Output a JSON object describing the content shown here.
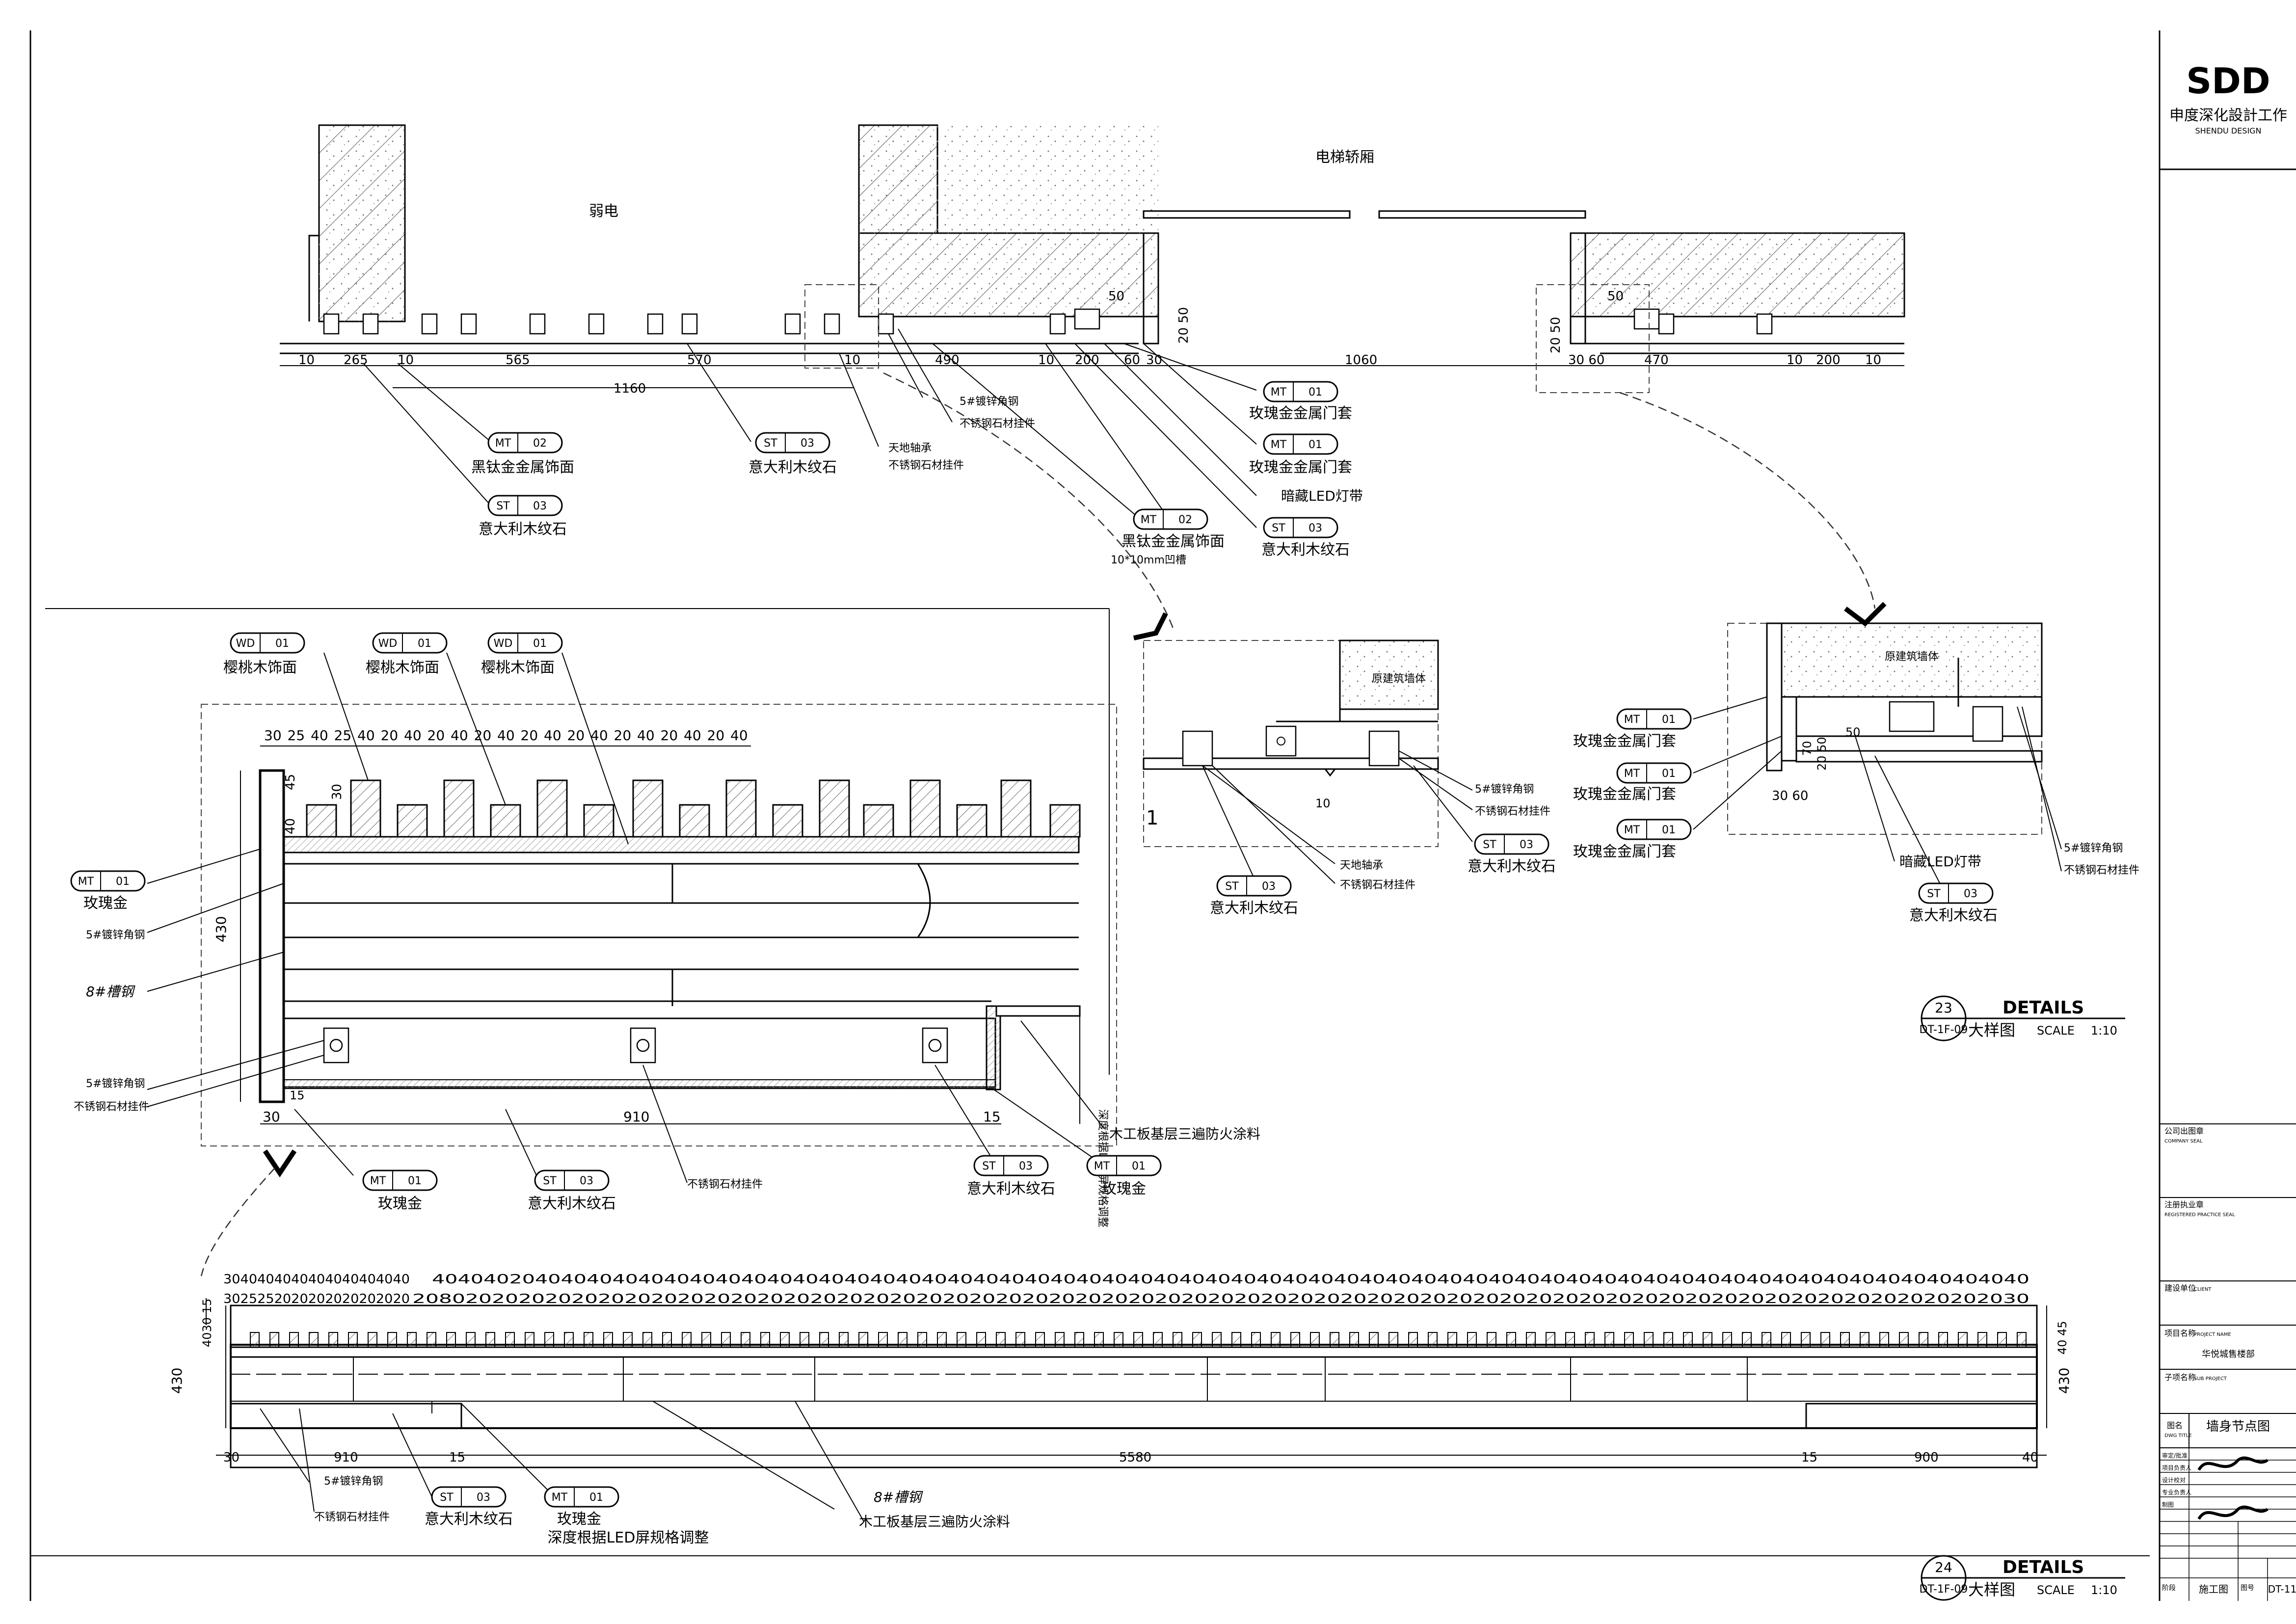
{
  "title_block": {
    "logo": "SDD",
    "company_cn": "申度深化設計工作",
    "company_en": "SHENDU DESIGN",
    "company_seal": "公司出图章",
    "company_seal_en": "COMPANY SEAL",
    "registered_seal": "注册执业章",
    "registered_seal_en": "REGISTERED PRACTICE SEAL",
    "client_label": "建设单位",
    "client_label_en": "CLIENT",
    "project_label": "项目名称",
    "project_label_en": "PROJECT NAME",
    "project_name": "华悦城售楼部",
    "subproject_label": "子项名称",
    "subproject_label_en": "SUB PROJECT",
    "drawing_name_label": "图名",
    "drawing_name_label_en": "DWG TITLE",
    "drawing_name": "墙身节点图",
    "review_label": "审定/批准",
    "project_lead_label": "项目负责人",
    "designer_label": "设计校对",
    "checker_label": "专业负责人",
    "drawn_label": "制图",
    "phase_label": "阶段",
    "phase": "施工图",
    "sheet_label": "图号",
    "sheet_no": "DT-11"
  },
  "plan_labels": {
    "room_weak": "弱电",
    "room_elevator": "电梯轿厢"
  },
  "top_dims": {
    "d10a": "10",
    "d265": "265",
    "d10b": "10",
    "d565": "565",
    "d570": "570",
    "d10c": "10",
    "d490": "490",
    "d10d": "10",
    "d200": "200",
    "d60": "60",
    "d30": "30",
    "d1060": "1060",
    "d3060": "30 60",
    "d470": "470",
    "d10e": "10",
    "d200b": "200",
    "d10f": "10",
    "d1160": "1160",
    "d50a": "50",
    "d2050a": "20 50",
    "d50b": "50",
    "d2050b": "20 50"
  },
  "tags": {
    "mt02a": {
      "code": "MT",
      "num": "02",
      "desc": "黑钛金金属饰面"
    },
    "st03a": {
      "code": "ST",
      "num": "03",
      "desc": "意大利木纹石"
    },
    "st03b": {
      "code": "ST",
      "num": "03",
      "desc": "意大利木纹石"
    },
    "mt01a": {
      "code": "MT",
      "num": "01",
      "desc": "玫瑰金金属门套"
    },
    "mt01b": {
      "code": "MT",
      "num": "01",
      "desc": "玫瑰金金属门套"
    },
    "mt02b": {
      "code": "MT",
      "num": "02",
      "desc": "黑钛金金属饰面",
      "desc2": "10*10mm凹槽"
    },
    "st03c": {
      "code": "ST",
      "num": "03",
      "desc": "意大利木纹石"
    },
    "wd01a": {
      "code": "WD",
      "num": "01",
      "desc": "樱桃木饰面"
    },
    "wd01b": {
      "code": "WD",
      "num": "01",
      "desc": "樱桃木饰面"
    },
    "wd01c": {
      "code": "WD",
      "num": "01",
      "desc": "樱桃木饰面"
    },
    "mt01c": {
      "code": "MT",
      "num": "01",
      "desc": "玫瑰金"
    },
    "mt01d": {
      "code": "MT",
      "num": "01",
      "desc": "玫瑰金"
    },
    "st03d": {
      "code": "ST",
      "num": "03",
      "desc": "意大利木纹石"
    },
    "st03e": {
      "code": "ST",
      "num": "03",
      "desc": "意大利木纹石"
    },
    "mt01e": {
      "code": "MT",
      "num": "01",
      "desc": "玫瑰金"
    },
    "st03f": {
      "code": "ST",
      "num": "03",
      "desc": "意大利木纹石"
    },
    "st03g": {
      "code": "ST",
      "num": "03",
      "desc": "意大利木纹石"
    },
    "mt01f": {
      "code": "MT",
      "num": "01",
      "desc": "玫瑰金金属门套"
    },
    "mt01g": {
      "code": "MT",
      "num": "01",
      "desc": "玫瑰金金属门套"
    },
    "mt01h": {
      "code": "MT",
      "num": "01",
      "desc": "玫瑰金金属门套"
    },
    "st03h": {
      "code": "ST",
      "num": "03",
      "desc": "意大利木纹石"
    },
    "st03i": {
      "code": "ST",
      "num": "03",
      "desc": "意大利木纹石"
    },
    "mt01i": {
      "code": "MT",
      "num": "01",
      "desc": "玫瑰金",
      "desc2": "深度根据LED屏规格调整"
    }
  },
  "notes": {
    "angle_steel": "5#镀锌角钢",
    "ss_hanger": "不锈钢石材挂件",
    "bearing": "天地轴承",
    "led_strip": "暗藏LED灯带",
    "channel": "8#槽钢",
    "fireproof": "木工板基层三遍防火涂料",
    "led_depth_vertical": "深度根据LED屏规格调整",
    "orig_wall": "原建筑墙体",
    "ss_hanger_b": "不锈钢石材挂件"
  },
  "detail_a_dims": {
    "top_run": [
      "30",
      "25",
      "40",
      "25",
      "40",
      "20",
      "40",
      "20",
      "40",
      "20",
      "40",
      "20",
      "40",
      "20",
      "40",
      "20",
      "40",
      "20",
      "40",
      "20",
      "40"
    ],
    "h45": "45",
    "h40": "40",
    "h30": "30",
    "h430": "430",
    "w30": "30",
    "w910": "910",
    "w15a": "15",
    "w15b": "15"
  },
  "detail_b_dims": {
    "d10": "10",
    "d1": "1"
  },
  "detail_c_dims": {
    "d70": "70",
    "d2050": "20 50",
    "d50": "50",
    "d20": "20",
    "d3060": "30 60"
  },
  "bottom_dims": {
    "top1": "3040404040404040404040",
    "top2": "4040402040404040404040404040404040404040404040404040404040404040404040404040404040404040404040404040404040404040404040404040",
    "second1": "3025252020202020202020",
    "second2": "20802020202020202020202020202020202020202020202020202020202020202020202020202020202020202020202020202020202020202020202030",
    "left_v": "4030 15",
    "h430a": "430",
    "h430b": "430",
    "right_v": "40 45",
    "b30": "30",
    "b910": "910",
    "b15a": "15",
    "b5580": "5580",
    "b15b": "15",
    "b900": "900",
    "b40": "40"
  },
  "callouts": {
    "c23": {
      "num": "23",
      "ref": "DT-1F-09",
      "title": "DETAILS",
      "title_cn": "大样图",
      "scale_label": "SCALE",
      "scale": "1:10"
    },
    "c24": {
      "num": "24",
      "ref": "DT-1F-09",
      "title": "DETAILS",
      "title_cn": "大样图",
      "scale_label": "SCALE",
      "scale": "1:10"
    }
  }
}
